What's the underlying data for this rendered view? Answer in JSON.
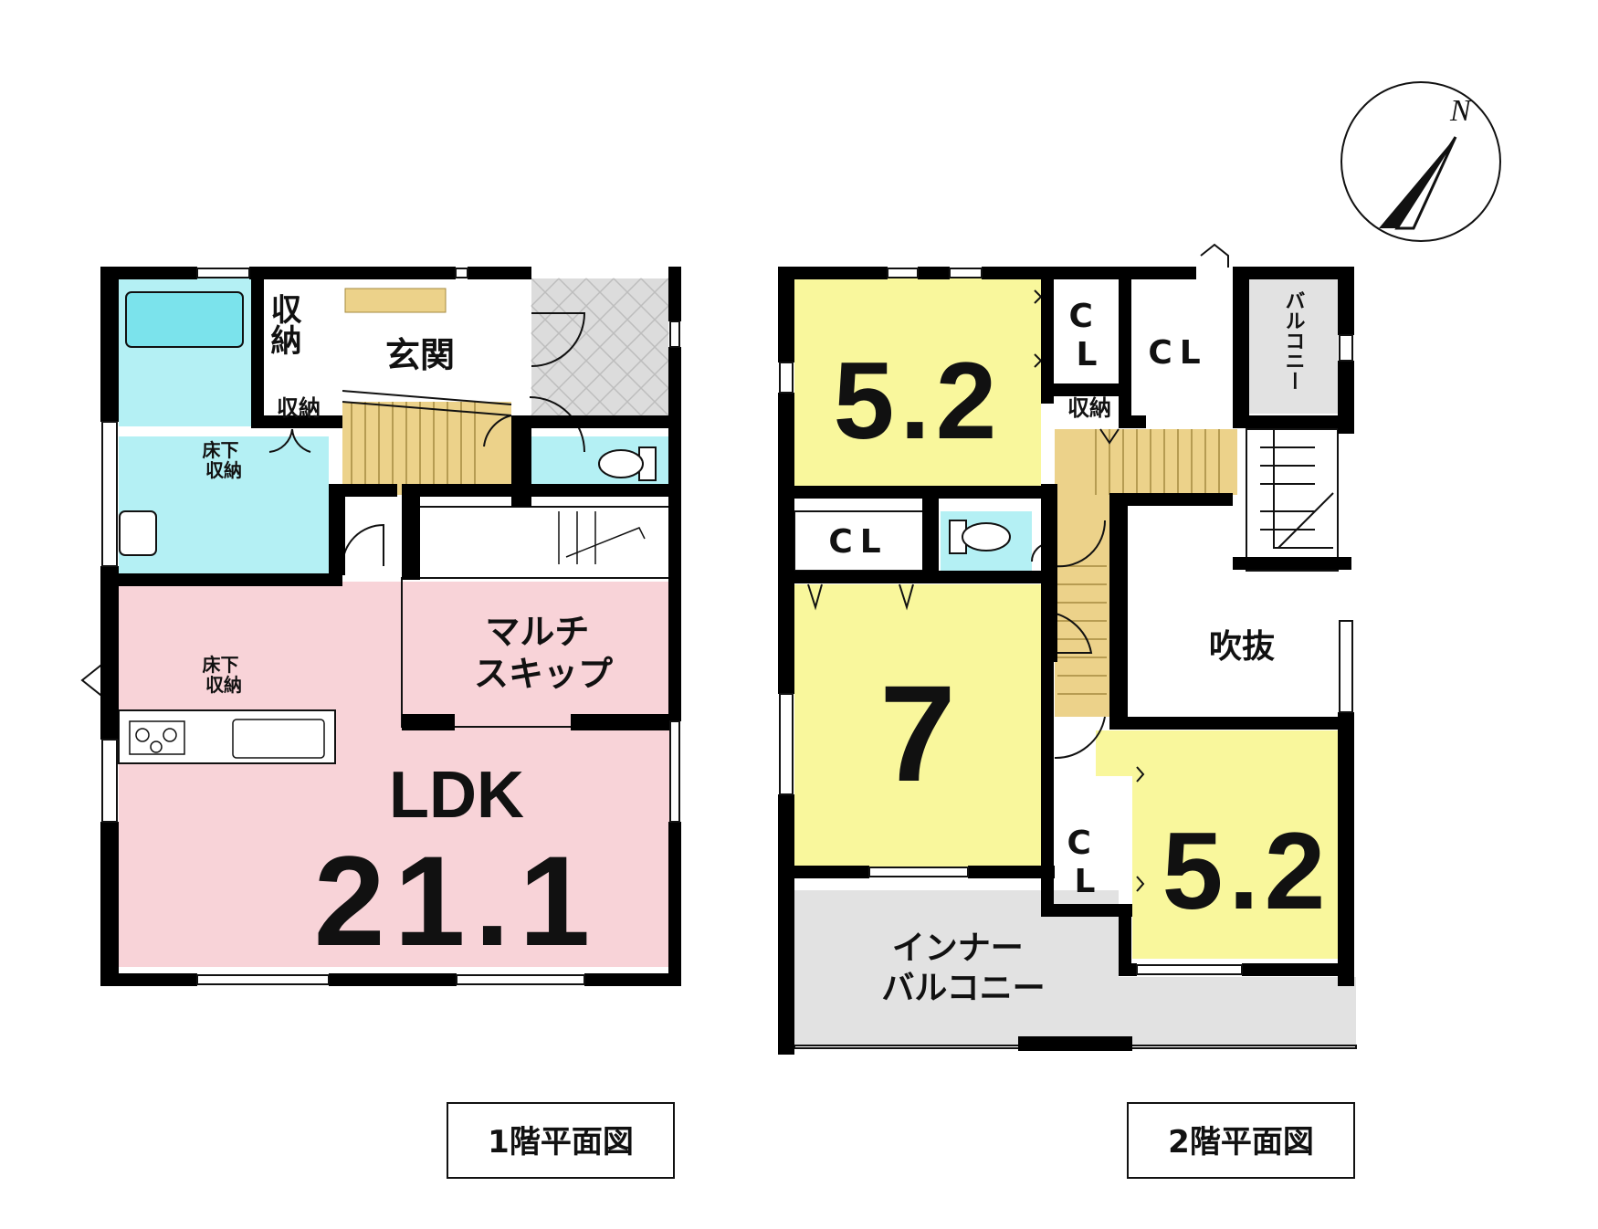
{
  "compass": {
    "label": "N"
  },
  "floor1": {
    "caption": "1階平面図",
    "storage_main": "収納",
    "entrance": "玄関",
    "storage_small": "収納",
    "underfloor_storage_1": "床下\n収納",
    "underfloor_storage_2": "床下\n収納",
    "multi_skip": "マルチ\nスキップ",
    "ldk_label": "LDK",
    "ldk_size": "21.1"
  },
  "floor2": {
    "caption": "2階平面図",
    "bedroom_nw_size": "5.2",
    "closet_1": "C\nL",
    "closet_2": "CL",
    "balcony_small": "バルコニー",
    "storage": "収納",
    "closet_3": "CL",
    "bedroom_w_size": "7",
    "void": "吹抜",
    "closet_4": "C\nL",
    "bedroom_se_size": "5.2",
    "inner_balcony": "インナー\nバルコニー"
  },
  "colors": {
    "ldk": "#f8d3d8",
    "water": "#b4f0f4",
    "bedroom": "#f9f79c",
    "stairs": "#ecd28a",
    "balcony": "#e2e2e2",
    "wall": "#000000"
  }
}
